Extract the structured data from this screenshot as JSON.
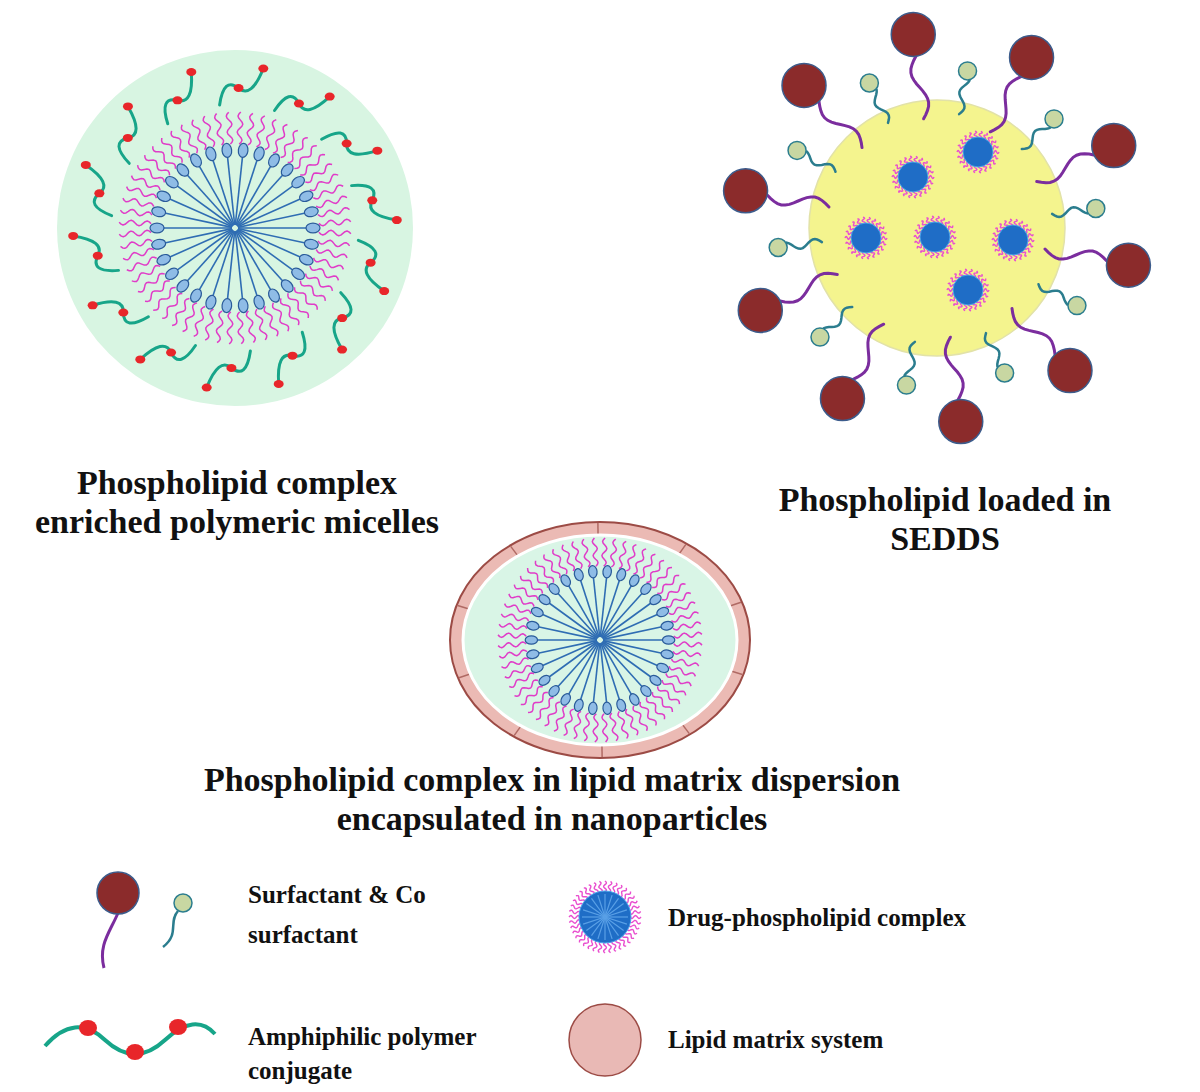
{
  "diagram": {
    "nodes": [
      {
        "text": [
          "Phospholipid complex enriched polymeric micelles"
        ]
      },
      {
        "text": [
          "Phospholipid loaded in SEDDS"
        ]
      },
      {
        "text": [
          "Phospholipid complex in lipid matrix dispersion encapsulated in nanoparticles"
        ]
      }
    ],
    "legend": [
      {
        "text": "Surfactant & Co surfactant"
      },
      {
        "text": "Drug-phospholipid complex"
      },
      {
        "text": "Amphiphilic polymer conjugate"
      },
      {
        "text": "Lipid matrix system",
        "color": "#e9b9b5"
      }
    ]
  }
}
